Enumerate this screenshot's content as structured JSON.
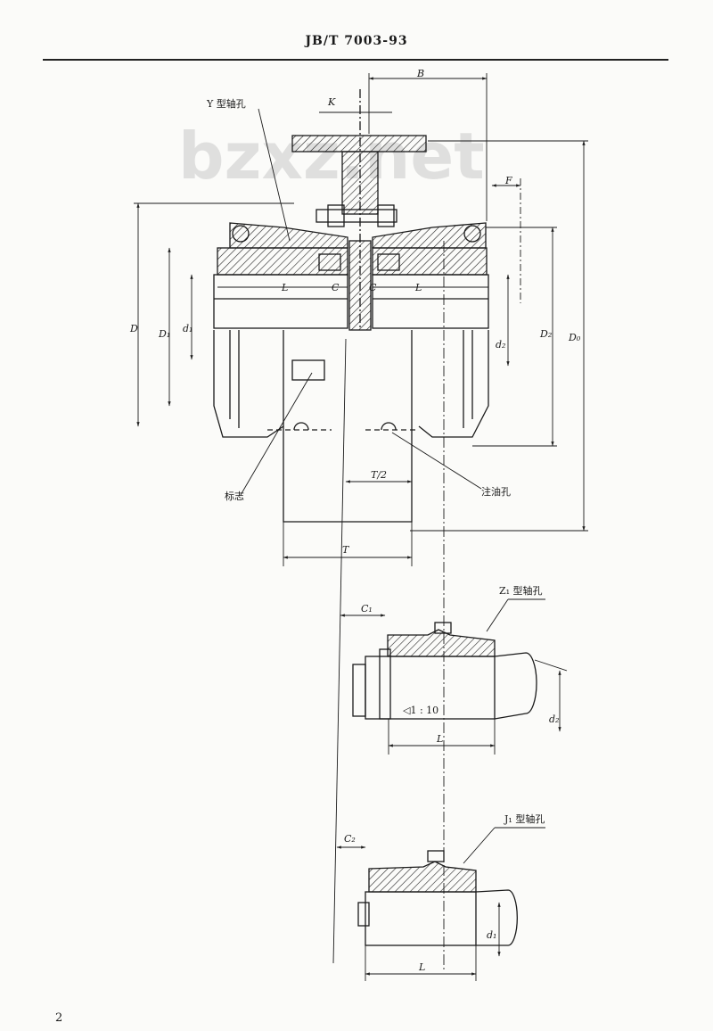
{
  "header": {
    "doc_number": "JB/T 7003-93"
  },
  "watermark": "bzxz.net",
  "page_number": "2",
  "main_view": {
    "bore_label": "Y 型轴孔",
    "mark_label": "标志",
    "oil_hole_label": "注油孔",
    "dims": {
      "B": "B",
      "K": "K",
      "F": "F",
      "L_left": "L",
      "C_left": "C",
      "C_right": "C",
      "L_right": "L",
      "D": "D",
      "D1": "D₁",
      "d1": "d₁",
      "d2": "d₂",
      "D2": "D₂",
      "D0": "D₀",
      "T_half": "T/2",
      "T": "T"
    }
  },
  "z1_view": {
    "bore_label": "Z₁ 型轴孔",
    "C1": "C₁",
    "taper": "◁1 : 10",
    "L": "L",
    "dz": "d₂"
  },
  "j1_view": {
    "bore_label": "J₁ 型轴孔",
    "C2": "C₂",
    "L": "L",
    "d1": "d₁"
  }
}
